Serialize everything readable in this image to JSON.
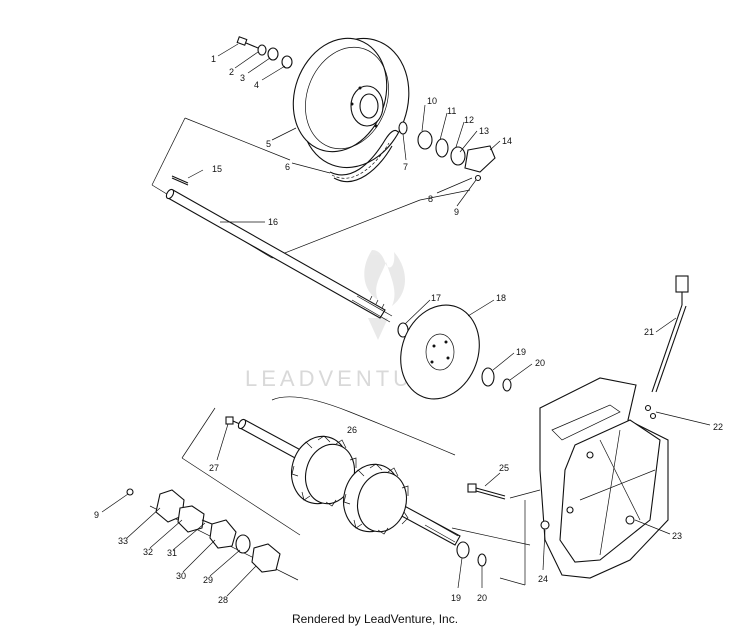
{
  "diagram": {
    "watermark": "LEADVENTURE",
    "footer": "Rendered by LeadVenture, Inc.",
    "callouts": [
      "1",
      "2",
      "3",
      "4",
      "5",
      "6",
      "7",
      "8",
      "9",
      "10",
      "11",
      "12",
      "13",
      "14",
      "15",
      "16",
      "17",
      "18",
      "19",
      "20",
      "21",
      "22",
      "23",
      "24",
      "25",
      "26",
      "27",
      "28",
      "29",
      "30",
      "31",
      "32",
      "33",
      "9",
      "19",
      "20"
    ]
  }
}
